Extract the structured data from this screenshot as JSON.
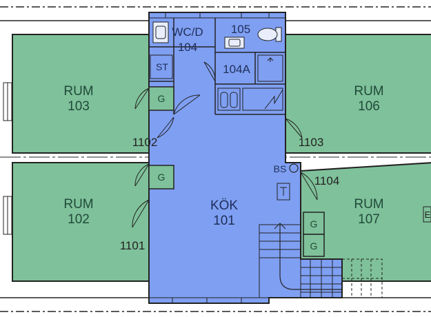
{
  "rooms": {
    "rum103": {
      "line1": "RUM",
      "line2": "103"
    },
    "rum102": {
      "line1": "RUM",
      "line2": "102"
    },
    "rum106": {
      "line1": "RUM",
      "line2": "106"
    },
    "rum107": {
      "line1": "RUM",
      "line2": "107"
    },
    "kok101": {
      "line1": "KÖK",
      "line2": "101"
    },
    "wc104": {
      "line1": "WC/D",
      "line2": "104"
    },
    "r105": {
      "line1": "105"
    },
    "r104a": {
      "line1": "104A"
    }
  },
  "labels": {
    "st": "ST",
    "g1": "G",
    "g2": "G",
    "g3": "G",
    "g4": "G",
    "bs": "BS",
    "door1102": "1102",
    "door1101": "1101",
    "door1103": "1103",
    "door1104": "1104",
    "edge_mark": "E"
  },
  "colors": {
    "green_room": "#7fc19a",
    "blue_room": "#7f9ff2",
    "wall": "#222222"
  }
}
